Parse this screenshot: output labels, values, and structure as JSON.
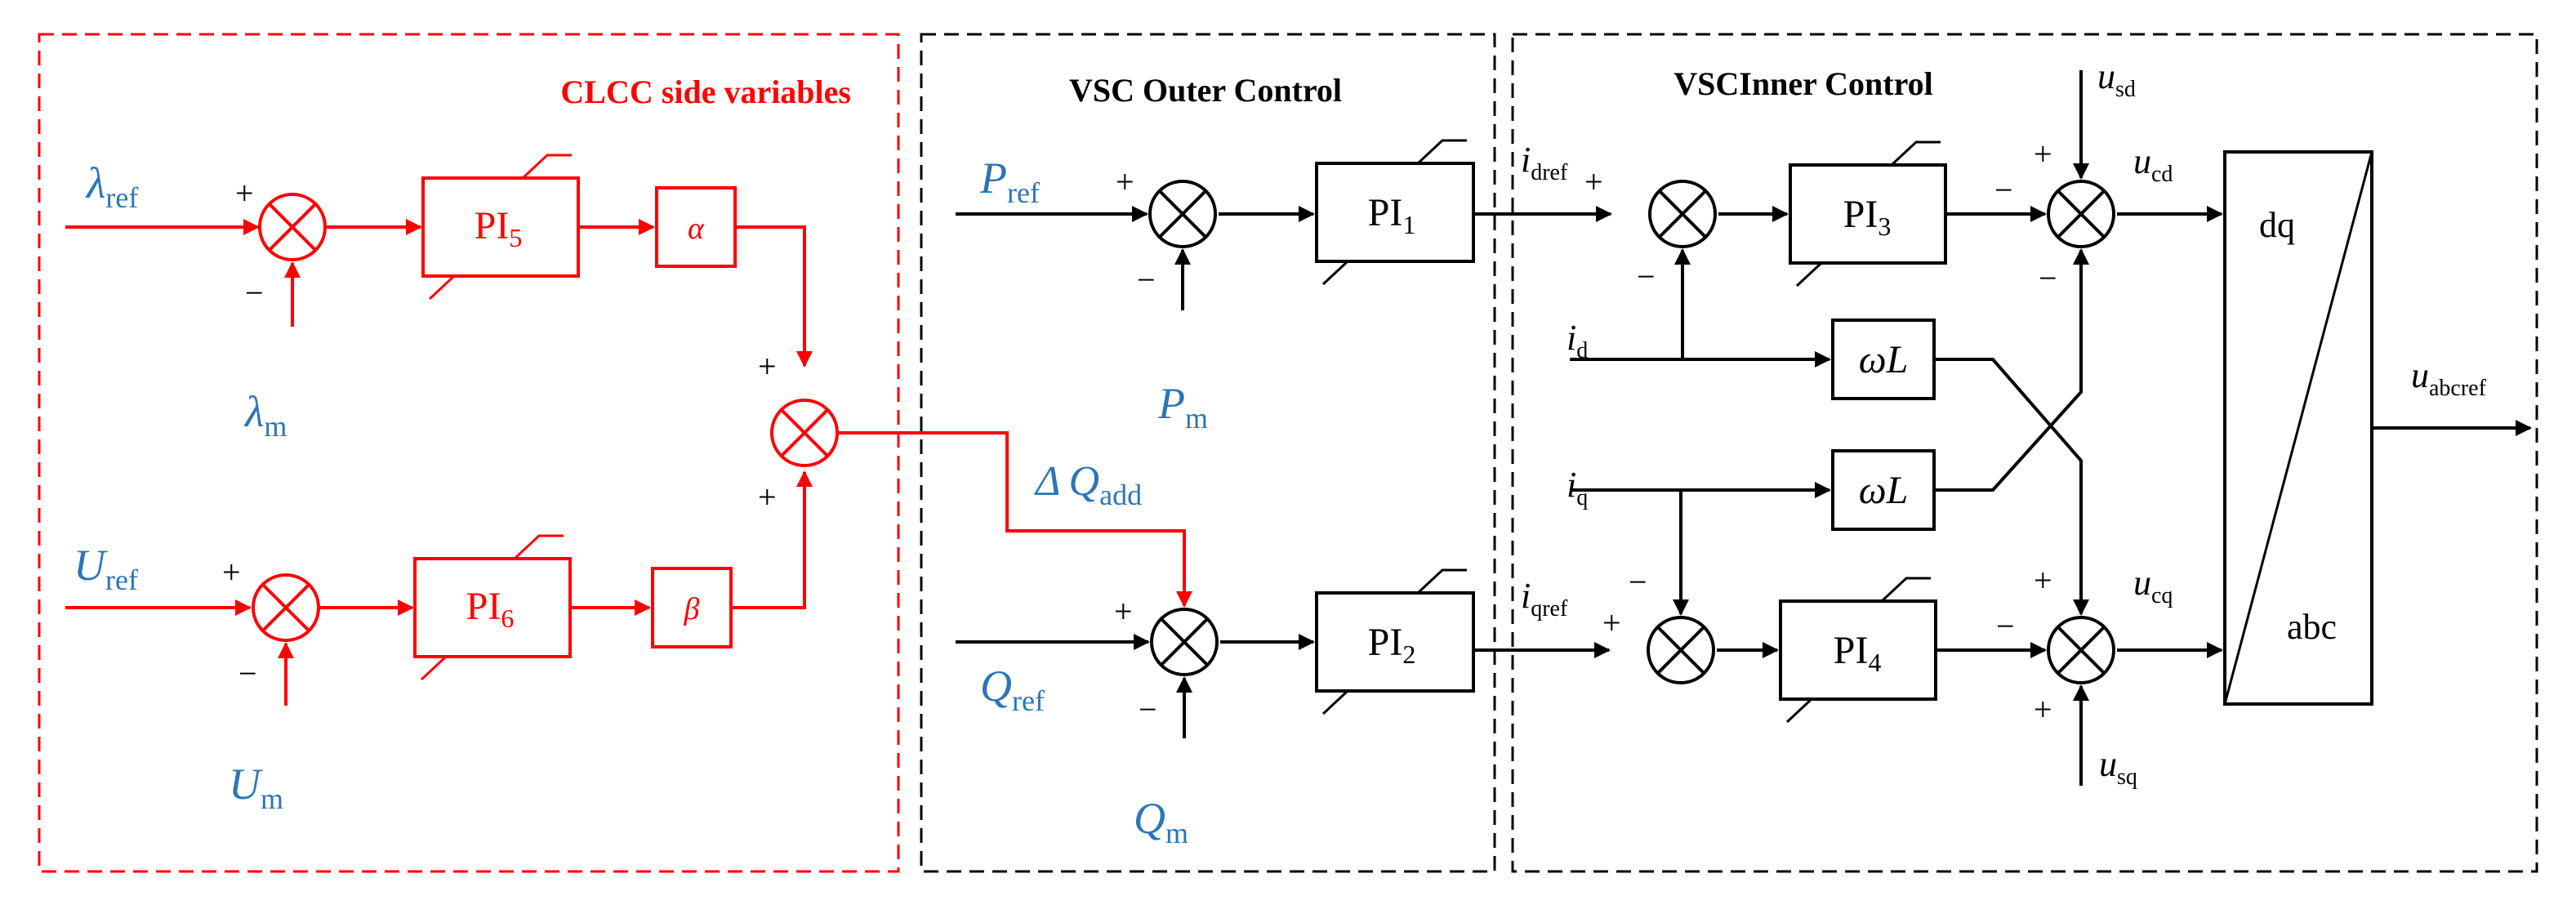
{
  "colors": {
    "red": "#ff0000",
    "black": "#000000",
    "blue": "#2e75b6",
    "background": "#ffffff"
  },
  "sections": {
    "clcc_title": "CLCC side variables",
    "outer_title": "VSC Outer Control",
    "inner_title": "VSCInner Control"
  },
  "symbols": {
    "lambda": "λ",
    "U": "U",
    "P": "P",
    "Q": "Q",
    "delta": "Δ",
    "i": "i",
    "u": "u",
    "omegaL": "ωL"
  },
  "subscripts": {
    "ref": "ref",
    "m": "m",
    "add": "add",
    "dref": "dref",
    "qref": "qref",
    "d": "d",
    "q": "q",
    "sd": "sd",
    "sq": "sq",
    "cd": "cd",
    "cq": "cq",
    "abcref": "abcref"
  },
  "blocks": {
    "pi_base": "PI",
    "pi5_idx": "5",
    "pi6_idx": "6",
    "pi1_idx": "1",
    "pi2_idx": "2",
    "pi3_idx": "3",
    "pi4_idx": "4",
    "alpha": "α",
    "beta": "β",
    "omega_l_top": "ωL",
    "omega_l_bottom": "ωL",
    "transform_top": "dq",
    "transform_bottom": "abc"
  },
  "signs": {
    "plus": "+",
    "minus": "−"
  }
}
